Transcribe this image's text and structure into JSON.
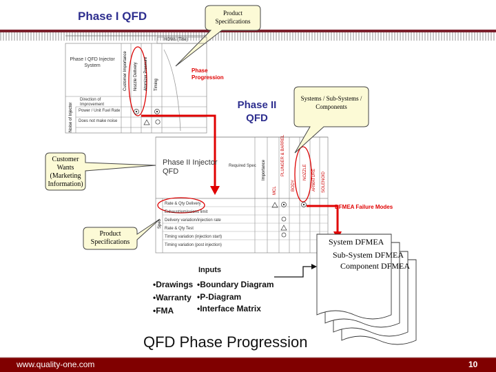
{
  "header": {
    "phase1_title": "Phase I QFD",
    "product_specifications_callout": "Product Specifications"
  },
  "phase1": {
    "hows_label": "HOWs (Title)",
    "box_title": "Phase I QFD Injector System",
    "col_customer_importance": "Customer Importance",
    "col_nozzle_delivery": "Nozzle Delivery",
    "col_atomizer_pressure": "Atomizer Pressure",
    "col_timing": "Timing",
    "direction_label": "Direction of Improvement",
    "row_label_vertical": "Noise of Injector",
    "rows": [
      "Power / Unit Fuel Rate",
      "Does not make noise"
    ]
  },
  "phase_progression_label": "Phase Progression",
  "phase2_title": "Phase II QFD",
  "systems_callout": "Systems / Sub-Systems / Components",
  "customer_wants_callout": "Customer Wants (Marketing Information)",
  "phase2": {
    "box_title": "Phase II Injector QFD",
    "required_spec": "Required Spec",
    "importance": "Importance",
    "col_labels": [
      "MCL",
      "PLUNGER & BARREL",
      "BODY",
      "NOZZLE",
      "ARMATURE",
      "SOLENOID"
    ],
    "row_label_vertical": "Spec",
    "rows": [
      "Rate & Qty Delivery",
      "Exhaust/emissions limit",
      "Delivery variation/injection rate",
      "Rate & Qty Test",
      "Timing variation (injection start)",
      "Timing variation (post injection)"
    ]
  },
  "dfmea_failure_modes": "DFMEA Failure Modes",
  "product_specifications_callout2": "Product Specifications",
  "dfmea_docs": [
    "System DFMEA",
    "Sub-System DFMEA",
    "Component DFMEA"
  ],
  "inputs": {
    "heading": "Inputs",
    "left": [
      "•Drawings",
      "•Warranty",
      "•FMA"
    ],
    "right": [
      "•Boundary Diagram",
      "•P-Diagram",
      "•Interface Matrix"
    ]
  },
  "main_title": "QFD Phase Progression",
  "footer": {
    "url": "www.quality-one.com",
    "page": "10"
  },
  "colors": {
    "title_blue": "#2e2f8f",
    "band_red": "#7a1f2b",
    "arrow_red": "#e00000",
    "footer_band": "#800000"
  }
}
